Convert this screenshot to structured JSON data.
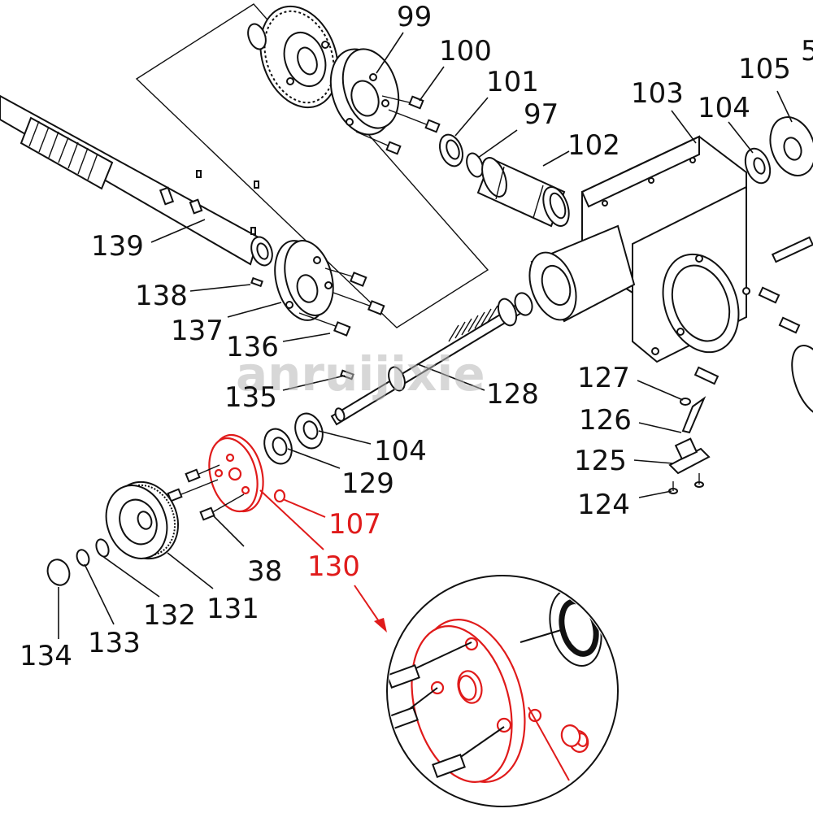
{
  "diagram": {
    "watermark": "anruijixie",
    "labels": {
      "l99": "99",
      "l100": "100",
      "l101": "101",
      "l97": "97",
      "l102": "102",
      "l103": "103",
      "l104a": "104",
      "l105": "105",
      "l139": "139",
      "l138": "138",
      "l137": "137",
      "l136": "136",
      "l135": "135",
      "l128": "128",
      "l127": "127",
      "l126": "126",
      "l125": "125",
      "l124": "124",
      "l104b": "104",
      "l129": "129",
      "l107": "107",
      "l130": "130",
      "l38": "38",
      "l131": "131",
      "l132": "132",
      "l133": "133",
      "l134": "134",
      "l5": "5"
    },
    "highlighted_parts": [
      "107",
      "130"
    ],
    "highlight_color": "#e01b1b",
    "line_color": "#111111"
  }
}
